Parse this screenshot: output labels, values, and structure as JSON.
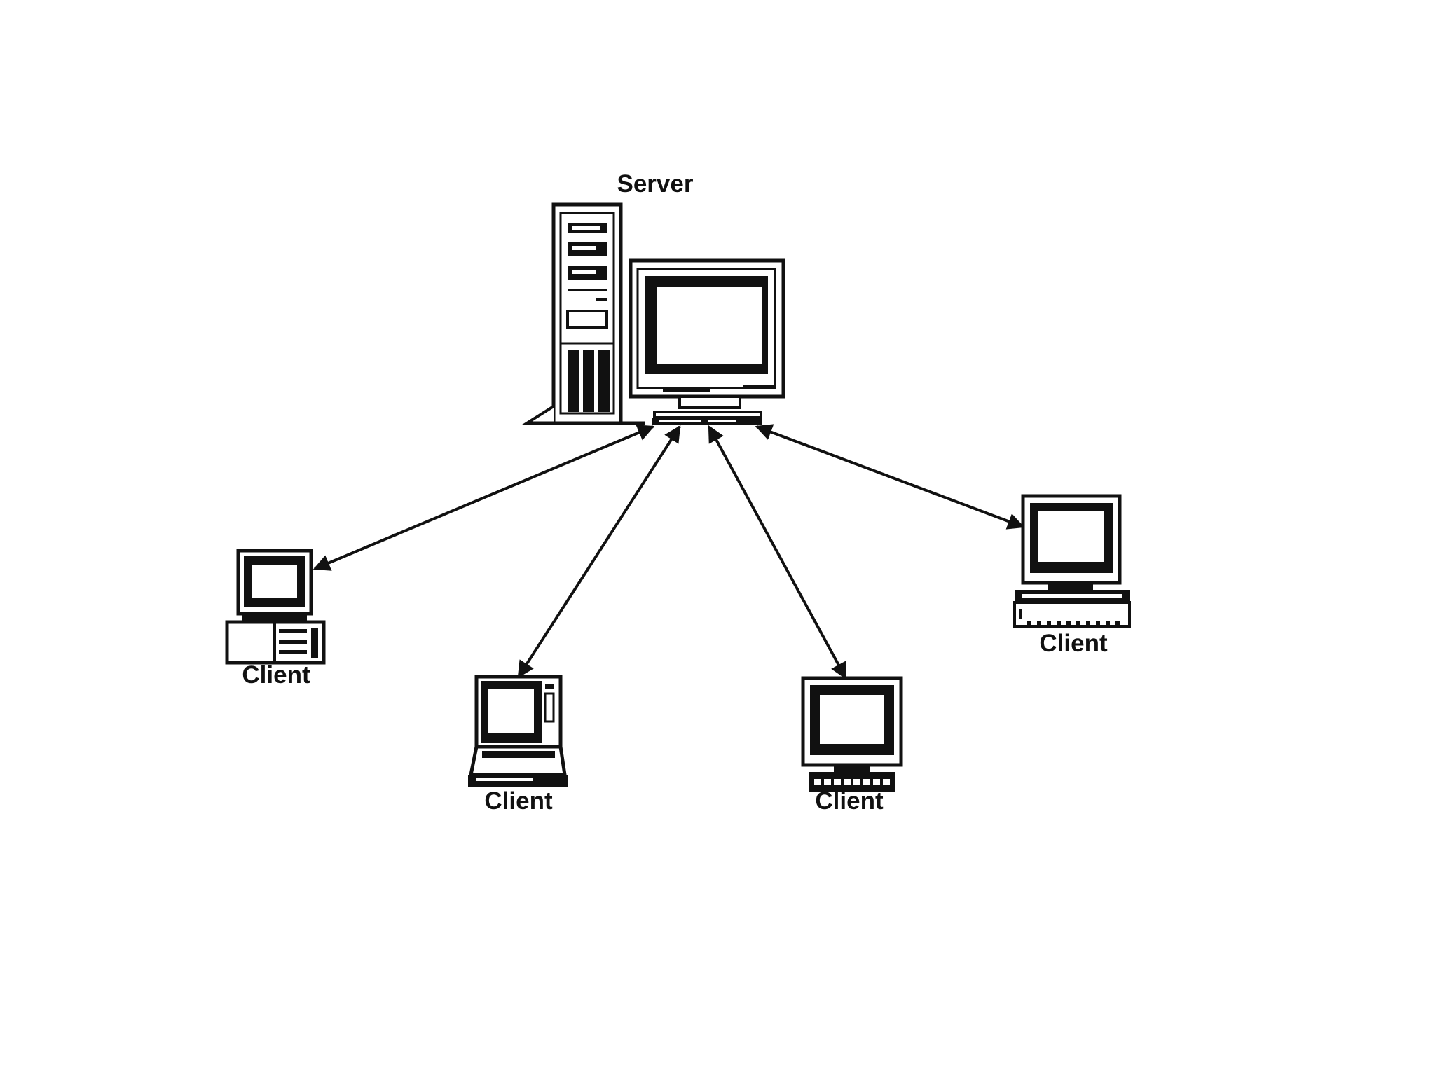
{
  "diagram": {
    "server": {
      "label": "Server"
    },
    "clients": [
      {
        "label": "Client"
      },
      {
        "label": "Client"
      },
      {
        "label": "Client"
      },
      {
        "label": "Client"
      }
    ],
    "connections": [
      {
        "from": "Server",
        "to": "Client",
        "direction": "bidirectional"
      },
      {
        "from": "Server",
        "to": "Client",
        "direction": "bidirectional"
      },
      {
        "from": "Server",
        "to": "Client",
        "direction": "bidirectional"
      },
      {
        "from": "Server",
        "to": "Client",
        "direction": "bidirectional"
      }
    ],
    "colors": {
      "ink": "#111111",
      "background": "#ffffff"
    }
  }
}
